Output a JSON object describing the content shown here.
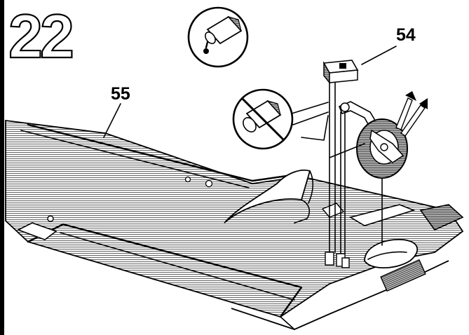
{
  "step": {
    "number": "22"
  },
  "parts": [
    {
      "id": "part-54",
      "label": "54"
    },
    {
      "id": "part-55",
      "label": "55"
    }
  ],
  "icons": {
    "glue_apply": "glue-tube-icon",
    "no_glue": "no-glue-icon"
  },
  "colors": {
    "ink": "#000000",
    "paper": "#ffffff",
    "shading": "#8a8a8a"
  }
}
